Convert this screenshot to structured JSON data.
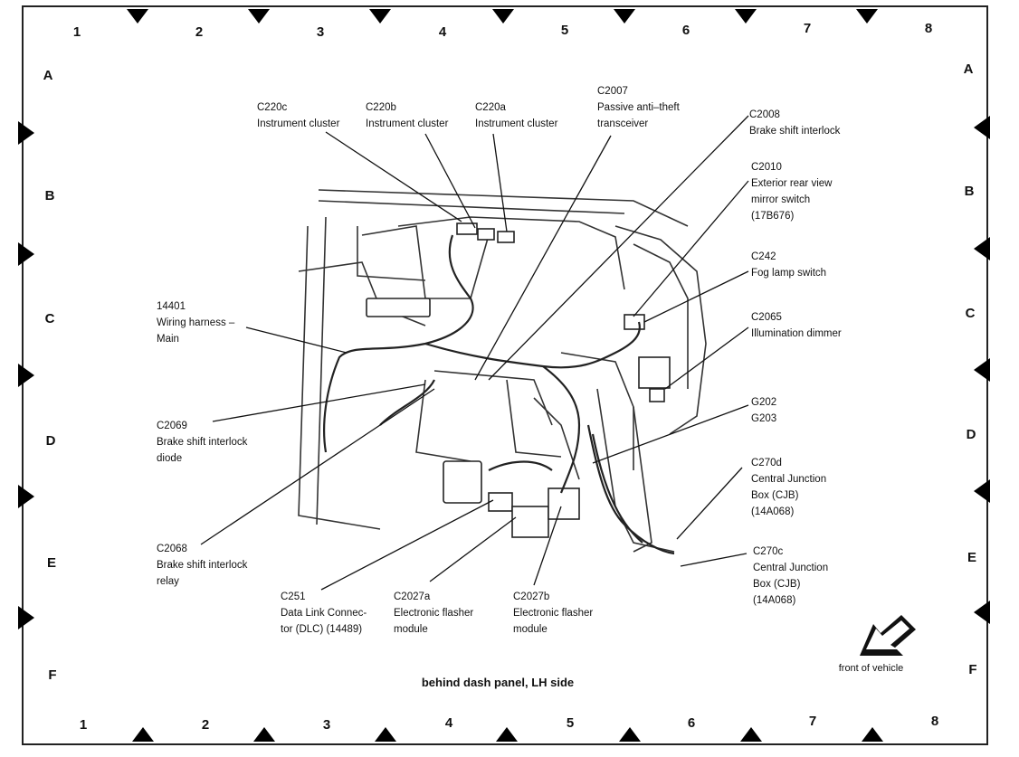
{
  "grid": {
    "columns": [
      "1",
      "2",
      "3",
      "4",
      "5",
      "6",
      "7",
      "8"
    ],
    "rows": [
      "A",
      "B",
      "C",
      "D",
      "E",
      "F"
    ]
  },
  "callouts": [
    {
      "key": "c220c",
      "text": "C220c\nInstrument cluster"
    },
    {
      "key": "c220b",
      "text": "C220b\nInstrument cluster"
    },
    {
      "key": "c220a",
      "text": "C220a\nInstrument cluster"
    },
    {
      "key": "c2007",
      "text": "C2007\nPassive anti–theft\ntransceiver"
    },
    {
      "key": "c2008",
      "text": "C2008\nBrake shift interlock"
    },
    {
      "key": "c2010",
      "text": "C2010\nExterior rear view\nmirror switch\n(17B676)"
    },
    {
      "key": "c242",
      "text": "C242\nFog lamp switch"
    },
    {
      "key": "c2065",
      "text": "C2065\nIllumination dimmer"
    },
    {
      "key": "g202",
      "text": "G202\nG203"
    },
    {
      "key": "c270d",
      "text": "C270d\nCentral Junction\nBox (CJB)\n(14A068)"
    },
    {
      "key": "c270c",
      "text": "C270c\nCentral Junction\nBox (CJB)\n(14A068)"
    },
    {
      "key": "h14401",
      "text": "14401\nWiring harness –\nMain"
    },
    {
      "key": "c2069",
      "text": "C2069\nBrake shift interlock\ndiode"
    },
    {
      "key": "c2068",
      "text": "C2068\nBrake shift interlock\nrelay"
    },
    {
      "key": "c251",
      "text": "C251\nData Link Connec-\ntor (DLC) (14489)"
    },
    {
      "key": "c2027a",
      "text": "C2027a\nElectronic flasher\nmodule"
    },
    {
      "key": "c2027b",
      "text": "C2027b\nElectronic flasher\nmodule"
    }
  ],
  "caption": "behind dash panel, LH side",
  "orientation_label": "front of vehicle",
  "icons": [
    "direction-arrow-icon",
    "registration-marker-icon"
  ]
}
